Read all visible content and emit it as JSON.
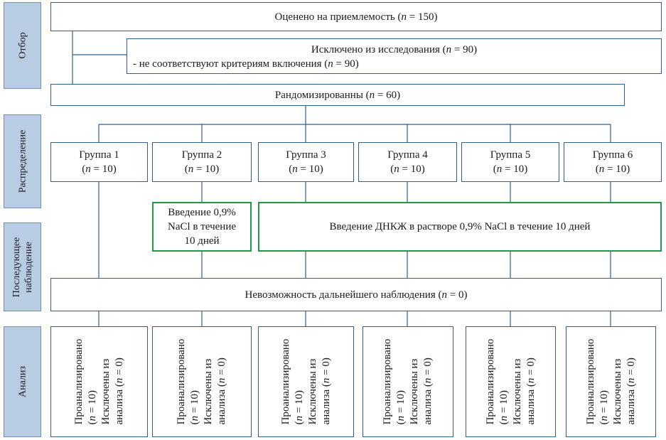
{
  "sections": {
    "selection": "Отбор",
    "allocation": "Распределение",
    "followup_line1": "Последующее",
    "followup_line2": "наблюдение",
    "analysis": "Анализ"
  },
  "assessed": {
    "prefix": "Оценено на приемлемость (",
    "n": "n",
    "suffix": " = 150)"
  },
  "excluded": {
    "line1_prefix": "Исключено из исследования (",
    "line1_n": "n",
    "line1_suffix": " = 90)",
    "line2_prefix": "- не соответствуют критериям включения (",
    "line2_n": "n",
    "line2_suffix": " = 90)"
  },
  "randomized": {
    "prefix": "Рандомизированны (",
    "n": "n",
    "suffix": " = 60)"
  },
  "groups": [
    {
      "name": "Группа 1",
      "count_prefix": "(",
      "n": "n",
      "count_suffix": " = 10)"
    },
    {
      "name": "Группа 2",
      "count_prefix": "(",
      "n": "n",
      "count_suffix": " = 10)"
    },
    {
      "name": "Группа 3",
      "count_prefix": "(",
      "n": "n",
      "count_suffix": " = 10)"
    },
    {
      "name": "Группа 4",
      "count_prefix": "(",
      "n": "n",
      "count_suffix": " = 10)"
    },
    {
      "name": "Группа 5",
      "count_prefix": "(",
      "n": "n",
      "count_suffix": " = 10)"
    },
    {
      "name": "Группа 6",
      "count_prefix": "(",
      "n": "n",
      "count_suffix": " = 10)"
    }
  ],
  "intervention_nacl": {
    "line1": "Введение 0,9%",
    "line2": "NaCl в течение",
    "line3": "10 дней"
  },
  "intervention_dnkzh": "Введение ДНКЖ в растворе 0,9% NaCl в течение 10 дней",
  "lost": {
    "prefix": "Невозможность дальнейшего наблюдения (",
    "n": "n",
    "suffix": " = 0)"
  },
  "analysis_boxes": [
    {
      "analyzed": "Проанализировано",
      "analyzed_count_prefix": "(",
      "n1": "n",
      "analyzed_count_suffix": " = 10)",
      "excluded": "Исключены из",
      "excluded_from": "анализа (",
      "n2": "n",
      "excluded_suffix": " = 0)"
    },
    {
      "analyzed": "Проанализировано",
      "analyzed_count_prefix": "(",
      "n1": "n",
      "analyzed_count_suffix": " = 10)",
      "excluded": "Исключены из",
      "excluded_from": "анализа (",
      "n2": "n",
      "excluded_suffix": " = 0)"
    },
    {
      "analyzed": "Проанализировано",
      "analyzed_count_prefix": "(",
      "n1": "n",
      "analyzed_count_suffix": " = 10)",
      "excluded": "Исключены из",
      "excluded_from": "анализа (",
      "n2": "n",
      "excluded_suffix": " = 0)"
    },
    {
      "analyzed": "Проанализировано",
      "analyzed_count_prefix": "(",
      "n1": "n",
      "analyzed_count_suffix": " = 10)",
      "excluded": "Исключены из",
      "excluded_from": "анализа (",
      "n2": "n",
      "excluded_suffix": " = 0)"
    },
    {
      "analyzed": "Проанализировано",
      "analyzed_count_prefix": "(",
      "n1": "n",
      "analyzed_count_suffix": " = 10)",
      "excluded": "Исключены из",
      "excluded_from": "анализа (",
      "n2": "n",
      "excluded_suffix": " = 0)"
    },
    {
      "analyzed": "Проанализировано",
      "analyzed_count_prefix": "(",
      "n1": "n",
      "analyzed_count_suffix": " = 10)",
      "excluded": "Исключены из",
      "excluded_from": "анализа (",
      "n2": "n",
      "excluded_suffix": " = 0)"
    }
  ],
  "colors": {
    "box_border": "#2f5f8a",
    "side_fill": "#b8cce4",
    "intervention_border": "#1f9a4c"
  }
}
